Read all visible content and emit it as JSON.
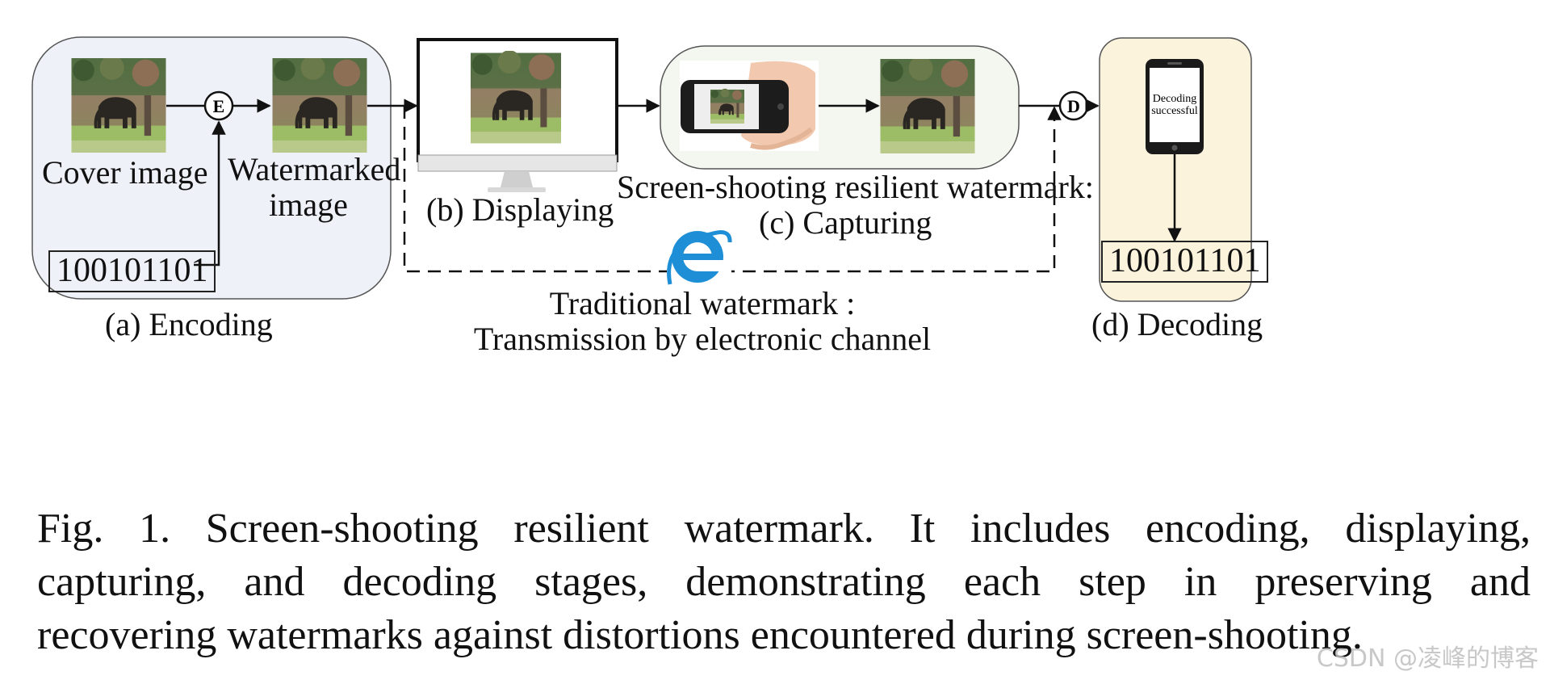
{
  "encoding": {
    "cover_label": "Cover image",
    "watermarked_label_1": "Watermarked",
    "watermarked_label_2": "image",
    "encoder_symbol": "E",
    "message_bits": "100101101",
    "stage_label": "(a) Encoding"
  },
  "displaying": {
    "stage_label": "(b) Displaying"
  },
  "capturing": {
    "title": "Screen-shooting resilient watermark:",
    "stage_label": "(c) Capturing"
  },
  "decoding": {
    "decoder_symbol": "D",
    "phone_text_1": "Decoding",
    "phone_text_2": "successful",
    "message_bits": "100101101",
    "stage_label": "(d) Decoding"
  },
  "traditional": {
    "line1": "Traditional watermark :",
    "line2": "Transmission by electronic channel",
    "browser_icon": "internet-explorer-icon"
  },
  "caption": {
    "line1": "Fig. 1.  Screen-shooting resilient watermark. It includes encoding, displaying,",
    "line2": "capturing, and decoding stages, demonstrating each step in preserving and",
    "line3": "recovering watermarks against distortions encountered during screen-shooting."
  },
  "watermark_text": "CSDN @凌峰的博客",
  "colors": {
    "encoding_panel": "#eef1f8",
    "capturing_panel": "#f3f7ef",
    "decoding_panel": "#fbf3dc",
    "ie_blue": "#1e8fd6"
  }
}
